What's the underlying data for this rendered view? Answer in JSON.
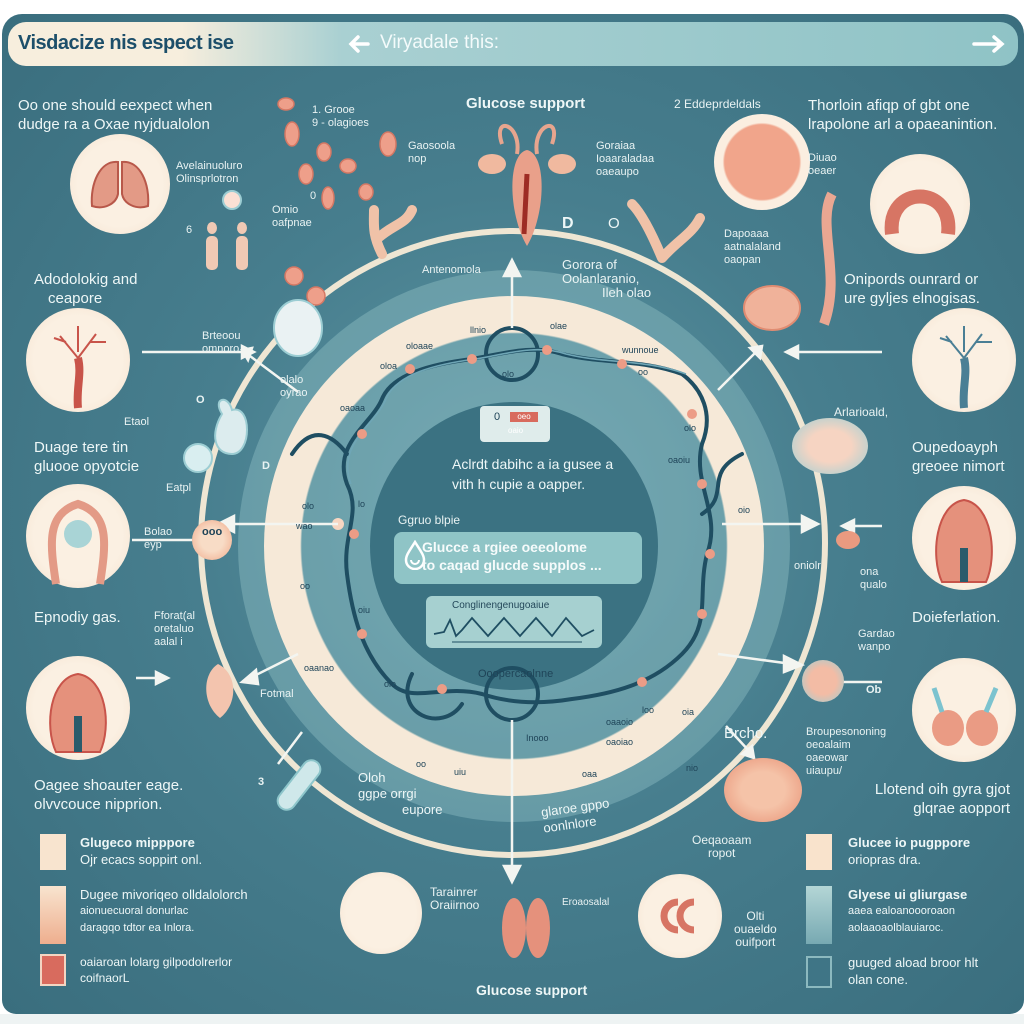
{
  "header": {
    "title": "Visdacize nis espect ise",
    "nav_label": "Viryadale this:"
  },
  "colors": {
    "frame": "#3f7586",
    "header_cream": "#f7eedd",
    "header_teal": "#8fc3c6",
    "ring_cream": "#f6e9d8",
    "organ_pink": "#e9907a",
    "organ_red": "#c8544a",
    "cable_dark": "#1f4e62"
  },
  "top": {
    "left_heading": [
      "Oo one should eexpect when",
      "dudge ra a Oxae nyjdualolon"
    ],
    "center_heading": "Glucose support",
    "right_label_small": "2 Eddeprdeldals",
    "right_heading": [
      "Thorloin afiqp of gbt one",
      "lrapolone arl a opaeanintion."
    ]
  },
  "left": {
    "lungs_label": [
      "Avelainuoluro",
      "Olinsprlotron"
    ],
    "cell_label": [
      "Omio",
      "oafpnae"
    ],
    "number_6": "6",
    "section1": [
      "Adodolokig and",
      "ceapore"
    ],
    "body_label": [
      "Brteoou",
      "omnoro"
    ],
    "section2": [
      "Duage tere tin",
      "gluooe opyotcie"
    ],
    "small_label_a": "Etaol",
    "small_label_b": "Eatpl",
    "marker_o": "O",
    "marker_d": "D",
    "pill_label": "ooo",
    "pill_caption": [
      "Bolao",
      "eyp"
    ],
    "section3": "Epnodiy gas.",
    "stone_label": [
      "Fforat(al",
      "oretaluo",
      "aalal i"
    ],
    "formal_label": "Fotmal",
    "section4": [
      "Oagee shoauter eage.",
      "olvvcouce nipprion."
    ],
    "number_3": "3"
  },
  "top_small": {
    "cells_label": [
      "1. Grooe",
      "9 - olagioes"
    ],
    "cells_zero": "0",
    "gland_left": [
      "Gaosoola",
      "nop"
    ],
    "gland_right": [
      "Goraiaa",
      "Ioaaraladaa",
      "oaeaupo"
    ],
    "marker_d": "D",
    "marker_o": "O",
    "right_mid": [
      "Dapoaaa",
      "aatnalaland",
      "oaopan"
    ],
    "dissue_label": [
      "Diuao",
      "oeaer"
    ]
  },
  "ring": {
    "top_left_label": "Antenomola",
    "top_right_label": [
      "Gorora of",
      "Oolanlaranio,",
      "Ileh olao"
    ],
    "left_label": [
      "olalo",
      "oyrao"
    ],
    "node_labels": [
      "llnio",
      "olae",
      "oloaae",
      "oloa",
      "oaoaa",
      "olo",
      "wunnoue",
      "oo",
      "oaoiu",
      "olo",
      "oio",
      "olo",
      "wao",
      "oo",
      "lo",
      "oiu",
      "oaanao",
      "oio",
      "oo",
      "uiu",
      "oaoiao",
      "loo",
      "oaa",
      "oia",
      "Inooo",
      "oaaoio",
      "nio"
    ],
    "bottom_center_label": "Ooopercaolnne",
    "bottom_left_label": [
      "Oloh",
      "ggpe orrgi",
      "eupore"
    ],
    "bottom_right_label": [
      "glaroe gppo",
      "oonlnlore"
    ]
  },
  "center": {
    "badge_red": "oeo",
    "badge_sub": "oaio",
    "badge_zero": "0",
    "main_text": [
      "Aclrdt dabihc a ia gusee a",
      "vith h cupie a oapper."
    ],
    "side_label": "Ggruo blpie",
    "info_text": [
      "Glucce a rgiee oeeolome",
      "to caqad glucde supplos ..."
    ],
    "chart_title": "Conglinengenugoaiue"
  },
  "right": {
    "section1": [
      "Onipords ounrard or",
      "ure gyljes elnogisas."
    ],
    "kidney_label": "Arlarioald,",
    "section2": [
      "Oupedoayph",
      "greoee nimort"
    ],
    "pill_label": [
      "oniolr",
      "ona",
      "qualo"
    ],
    "section3": "Doieferlation.",
    "bottom_label": [
      "Gardao",
      "wanpo"
    ],
    "db_label": "Ob",
    "note": [
      "Broupesononing",
      "oeoalaim",
      "oaeowar",
      "uiaupu/"
    ],
    "bucho": "Brcho.",
    "section4": [
      "Llotend oih gyra gjot",
      "glqrae aopport"
    ]
  },
  "bottom": {
    "tube_number": "3",
    "left_label": [
      "Tarainrer",
      "Oraiirnoo"
    ],
    "right_label": "Eroaosalal",
    "center_heading": "Glucose support",
    "right_circle_label": [
      "Oeqaoaam",
      "ropot"
    ],
    "far_right_label": [
      "Olti",
      "ouaeldo",
      "ouifport"
    ]
  },
  "legend_left": [
    {
      "label": [
        "Glugeco mipppore",
        "Ojr ecacs soppirt onl."
      ],
      "color": "#f8e4cf"
    },
    {
      "label": [
        "Dugee mivoriqeo olldalolorch",
        "aionuecuoral donurlac",
        "daragqo tdtor ea Inlora."
      ],
      "color": "#f1b796"
    },
    {
      "label": [
        "oaiaroan lolarg gilpodolrerlor",
        "coifnaorL"
      ],
      "color": "#d86b5e"
    }
  ],
  "legend_right": [
    {
      "label": [
        "Glucee io pugppore",
        "oriopras dra."
      ],
      "color": "#f9e3cc"
    },
    {
      "label": [
        "Glyese ui gliurgase",
        "aaea ealoanoooroaon",
        "aolaaoaolblauiaroc."
      ],
      "color": "#a7cccd"
    },
    {
      "label": [
        "guuged aload broor hlt",
        "olan cone."
      ],
      "color": "#3f7586"
    }
  ]
}
